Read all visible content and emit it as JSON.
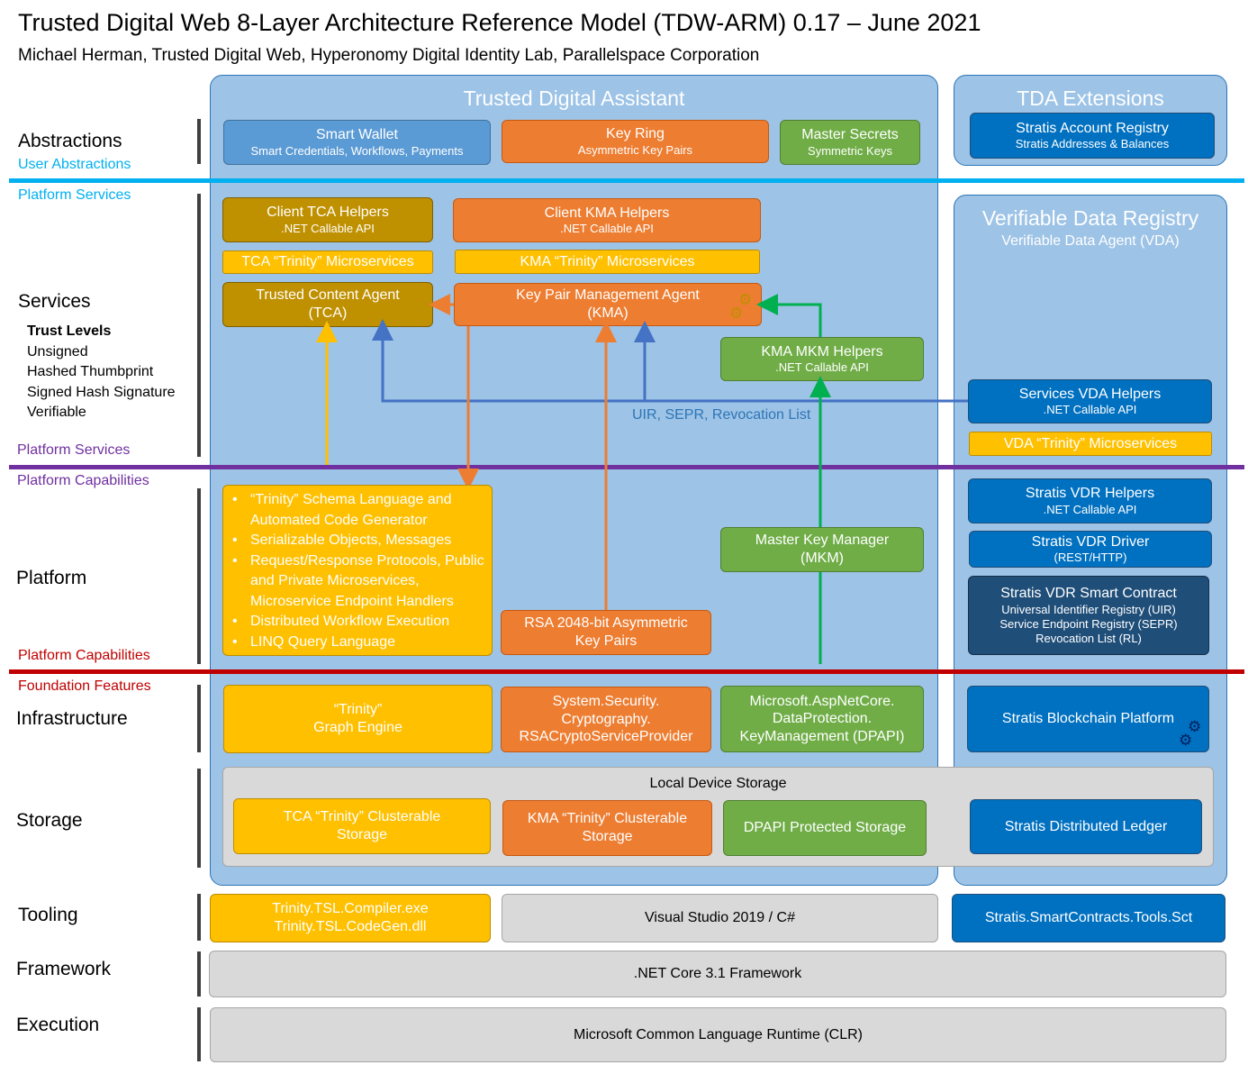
{
  "header": {
    "title": "Trusted Digital Web 8-Layer Architecture Reference Model (TDW-ARM) 0.17 – June 2021",
    "subtitle": "Michael Herman, Trusted Digital Web, Hyperonomy Digital Identity Lab, Parallelspace Corporation"
  },
  "layers": {
    "abstractions": "Abstractions",
    "services": "Services",
    "platform": "Platform",
    "infrastructure": "Infrastructure",
    "storage": "Storage",
    "tooling": "Tooling",
    "framework": "Framework",
    "execution": "Execution"
  },
  "boundaries": {
    "user_abstractions": "User Abstractions",
    "platform_services_top": "Platform Services",
    "platform_services_bottom": "Platform Services",
    "platform_capabilities_top": "Platform Capabilities",
    "platform_capabilities_bottom": "Platform Capabilities",
    "foundation_features": "Foundation Features"
  },
  "trust_levels": {
    "heading": "Trust Levels",
    "items": [
      "Unsigned",
      "Hashed Thumbprint",
      "Signed Hash Signature",
      "Verifiable"
    ]
  },
  "tda": {
    "title": "Trusted Digital Assistant",
    "smart_wallet": {
      "title": "Smart Wallet",
      "sub": "Smart Credentials, Workflows, Payments"
    },
    "key_ring": {
      "title": "Key Ring",
      "sub": "Asymmetric Key Pairs"
    },
    "master_secrets": {
      "title": "Master Secrets",
      "sub": "Symmetric Keys"
    },
    "client_tca_helpers": {
      "title": "Client TCA Helpers",
      "sub": ".NET Callable API"
    },
    "tca_trinity_ms": "TCA “Trinity” Microservices",
    "tca": {
      "title": "Trusted Content Agent",
      "sub": "(TCA)"
    },
    "client_kma_helpers": {
      "title": "Client KMA Helpers",
      "sub": ".NET Callable API"
    },
    "kma_trinity_ms": "KMA “Trinity” Microservices",
    "kma": {
      "title": "Key Pair Management Agent",
      "sub": "(KMA)"
    },
    "kma_mkm_helpers": {
      "title": "KMA MKM Helpers",
      "sub": ".NET Callable API"
    },
    "uir_label": "UIR, SEPR, Revocation List",
    "trinity_features": [
      "“Trinity” Schema Language and Automated Code Generator",
      "Serializable Objects, Messages",
      "Request/Response Protocols, Public and Private Microservices, Microservice Endpoint Handlers",
      "Distributed Workflow Execution",
      "LINQ Query Language"
    ],
    "rsa": {
      "title": "RSA 2048-bit Asymmetric",
      "sub": "Key Pairs"
    },
    "mkm": {
      "title": "Master Key Manager",
      "sub": "(MKM)"
    },
    "graph_engine": {
      "title": "“Trinity”",
      "sub": "Graph Engine"
    },
    "crypto": {
      "l1": "System.Security.",
      "l2": "Cryptography.",
      "l3": "RSACryptoServiceProvider"
    },
    "dpapi": {
      "l1": "Microsoft.AspNetCore.",
      "l2": "DataProtection.",
      "l3": "KeyManagement (DPAPI)"
    }
  },
  "tda_ext": {
    "title": "TDA Extensions",
    "account_registry": {
      "title": "Stratis Account Registry",
      "sub": "Stratis Addresses & Balances"
    }
  },
  "vdr": {
    "title": "Verifiable Data Registry",
    "subtitle": "Verifiable Data Agent (VDA)",
    "services_vda_helpers": {
      "title": "Services VDA Helpers",
      "sub": ".NET Callable API"
    },
    "vda_trinity_ms": "VDA “Trinity” Microservices",
    "vdr_helpers": {
      "title": "Stratis VDR Helpers",
      "sub": ".NET Callable API"
    },
    "vdr_driver": {
      "title": "Stratis VDR Driver",
      "sub": "(REST/HTTP)"
    },
    "smart_contract": {
      "title": "Stratis VDR Smart Contract",
      "l1": "Universal Identifier Registry (UIR)",
      "l2": "Service Endpoint Registry  (SEPR)",
      "l3": "Revocation List (RL)"
    },
    "blockchain": "Stratis Blockchain Platform"
  },
  "storage": {
    "title": "Local Device Storage",
    "tca_storage": {
      "title": "TCA “Trinity” Clusterable",
      "sub": "Storage"
    },
    "kma_storage": {
      "title": "KMA “Trinity” Clusterable",
      "sub": "Storage"
    },
    "dpapi_storage": "DPAPI Protected Storage",
    "ledger": "Stratis Distributed Ledger"
  },
  "tooling": {
    "trinity": {
      "l1": "Trinity.TSL.Compiler.exe",
      "l2": "Trinity.TSL.CodeGen.dll"
    },
    "vs": "Visual Studio 2019 / C#",
    "stratis": "Stratis.SmartContracts.Tools.Sct"
  },
  "framework": ".NET Core 3.1 Framework",
  "execution": "Microsoft Common Language Runtime (CLR)",
  "colors": {
    "cyan_line": "#00b0f0",
    "purple_line": "#7030a0",
    "red_line": "#c00000",
    "panel": "#9dc3e6",
    "blue_arrow": "#4472c4",
    "orange_arrow": "#ed7d31",
    "yellow_arrow": "#ffc000",
    "green_arrow": "#00b050"
  },
  "icons": [
    "gear-icon",
    "arrow-up-icon",
    "arrow-down-icon",
    "arrow-left-icon"
  ]
}
